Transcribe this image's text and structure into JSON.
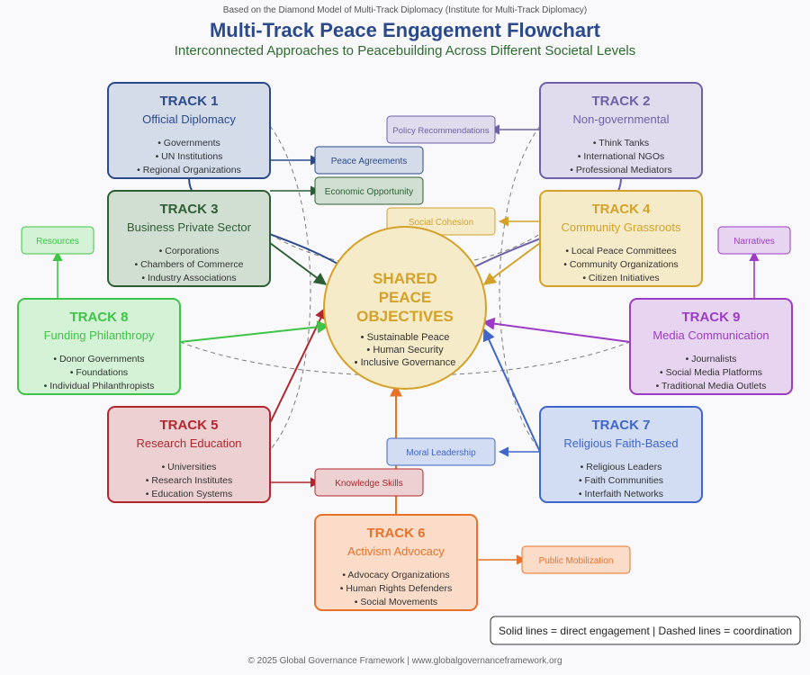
{
  "header": {
    "source_note": "Based on the Diamond Model of Multi-Track Diplomacy (Institute for Multi-Track Diplomacy)",
    "title": "Multi-Track Peace Engagement Flowchart",
    "subtitle": "Interconnected Approaches to Peacebuilding Across Different Societal Levels"
  },
  "center": {
    "title_lines": [
      "SHARED",
      "PEACE",
      "OBJECTIVES"
    ],
    "items": [
      "• Sustainable Peace",
      "• Human Security",
      "• Inclusive Governance"
    ],
    "fill": "#f5ebc8",
    "stroke": "#d4a22a",
    "title_color": "#d4a22a"
  },
  "tracks": {
    "t1": {
      "title": "TRACK 1",
      "subtitle": "Official Diplomacy",
      "items": [
        "• Governments",
        "• UN Institutions",
        "• Regional Organizations"
      ],
      "stroke": "#2b4a8c",
      "fill": "#d4dcea",
      "text": "#2b4a8c"
    },
    "t2": {
      "title": "TRACK 2",
      "subtitle": "Non-governmental",
      "items": [
        "• Think Tanks",
        "• International NGOs",
        "• Professional Mediators"
      ],
      "stroke": "#6e61a8",
      "fill": "#e0dcee",
      "text": "#6e61a8"
    },
    "t3": {
      "title": "TRACK 3",
      "subtitle": "Business Private Sector",
      "items": [
        "• Corporations",
        "• Chambers of Commerce",
        "• Industry Associations"
      ],
      "stroke": "#2e5e34",
      "fill": "#d1dfd3",
      "text": "#2e5e34"
    },
    "t4": {
      "title": "TRACK 4",
      "subtitle": "Community Grassroots",
      "items": [
        "• Local Peace Committees",
        "• Community Organizations",
        "• Citizen Initiatives"
      ],
      "stroke": "#d4a22a",
      "fill": "#f5ebc8",
      "text": "#d4a22a"
    },
    "t5": {
      "title": "TRACK 5",
      "subtitle": "Research Education",
      "items": [
        "• Universities",
        "• Research Institutes",
        "• Education Systems"
      ],
      "stroke": "#b0282e",
      "fill": "#ecd0d2",
      "text": "#b0282e"
    },
    "t6": {
      "title": "TRACK 6",
      "subtitle": "Activism Advocacy",
      "items": [
        "• Advocacy Organizations",
        "• Human Rights Defenders",
        "• Social Movements"
      ],
      "stroke": "#e8722a",
      "fill": "#fbdcc8",
      "text": "#e8722a"
    },
    "t7": {
      "title": "TRACK 7",
      "subtitle": "Religious Faith-Based",
      "items": [
        "• Religious Leaders",
        "• Faith Communities",
        "• Interfaith Networks"
      ],
      "stroke": "#3f66c8",
      "fill": "#d2dcf2",
      "text": "#3f66c8"
    },
    "t8": {
      "title": "TRACK 8",
      "subtitle": "Funding Philanthropy",
      "items": [
        "• Donor Governments",
        "• Foundations",
        "• Individual Philanthropists"
      ],
      "stroke": "#3ec447",
      "fill": "#d4f2d6",
      "text": "#3ec447"
    },
    "t9": {
      "title": "TRACK 9",
      "subtitle": "Media Communication",
      "items": [
        "• Journalists",
        "• Social Media Platforms",
        "• Traditional Media Outlets"
      ],
      "stroke": "#9c3cc4",
      "fill": "#e6d4f0",
      "text": "#9c3cc4"
    }
  },
  "outputs": {
    "peace_agreements": {
      "label": "Peace Agreements",
      "stroke": "#2b4a8c",
      "fill": "#d4dcea"
    },
    "economic_opportunity": {
      "label": "Economic Opportunity",
      "stroke": "#2e5e34",
      "fill": "#d1dfd3"
    },
    "policy_recommendations": {
      "label": "Policy Recommendations",
      "stroke": "#6e61a8",
      "fill": "#e0dcee"
    },
    "social_cohesion": {
      "label": "Social Cohesion",
      "stroke": "#d4a22a",
      "fill": "#f5ebc8"
    },
    "resources": {
      "label": "Resources",
      "stroke": "#3ec447",
      "fill": "#d4f2d6"
    },
    "narratives": {
      "label": "Narratives",
      "stroke": "#9c3cc4",
      "fill": "#e6d4f0"
    },
    "moral_leadership": {
      "label": "Moral Leadership",
      "stroke": "#3f66c8",
      "fill": "#d2dcf2"
    },
    "knowledge_skills": {
      "label": "Knowledge Skills",
      "stroke": "#b0282e",
      "fill": "#ecd0d2"
    },
    "public_mobilization": {
      "label": "Public Mobilization",
      "stroke": "#e8722a",
      "fill": "#fbdcc8"
    }
  },
  "legend": {
    "text": "Solid lines = direct engagement | Dashed lines = coordination"
  },
  "footer": {
    "text": "© 2025 Global Governance Framework | www.globalgovernanceframework.org"
  }
}
